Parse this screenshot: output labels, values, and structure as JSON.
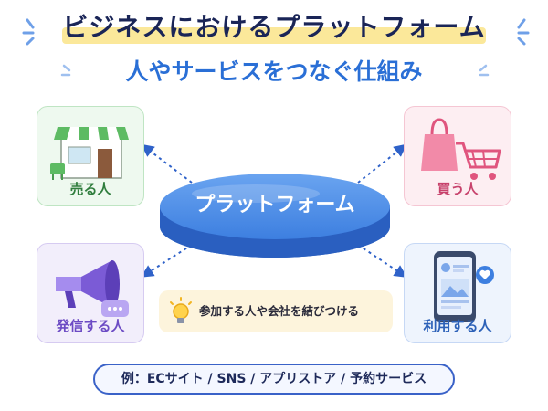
{
  "title": "ビジネスにおけるプラットフォーム",
  "subtitle": "人やサービスをつなぐ仕組み",
  "platform_label": "プラットフォーム",
  "cards": {
    "sell": {
      "label": "売る人",
      "icon": "store-icon"
    },
    "buy": {
      "label": "買う人",
      "icon": "shopping-cart-icon"
    },
    "send": {
      "label": "発信する人",
      "icon": "megaphone-icon"
    },
    "use": {
      "label": "利用する人",
      "icon": "smartphone-icon"
    }
  },
  "note": {
    "text": "参加する人や会社を結びつける",
    "icon": "lightbulb-icon"
  },
  "example": "例：ECサイト / SNS / アプリストア / 予約サービス",
  "colors": {
    "title": "#1a2557",
    "subtitle": "#2a6fd6",
    "title_highlight": "#fbe89a",
    "platform": "#3d7fe0",
    "sell": "#2f7d3d",
    "buy": "#c7426c",
    "send": "#6c4bc4",
    "use": "#2c61b8"
  }
}
